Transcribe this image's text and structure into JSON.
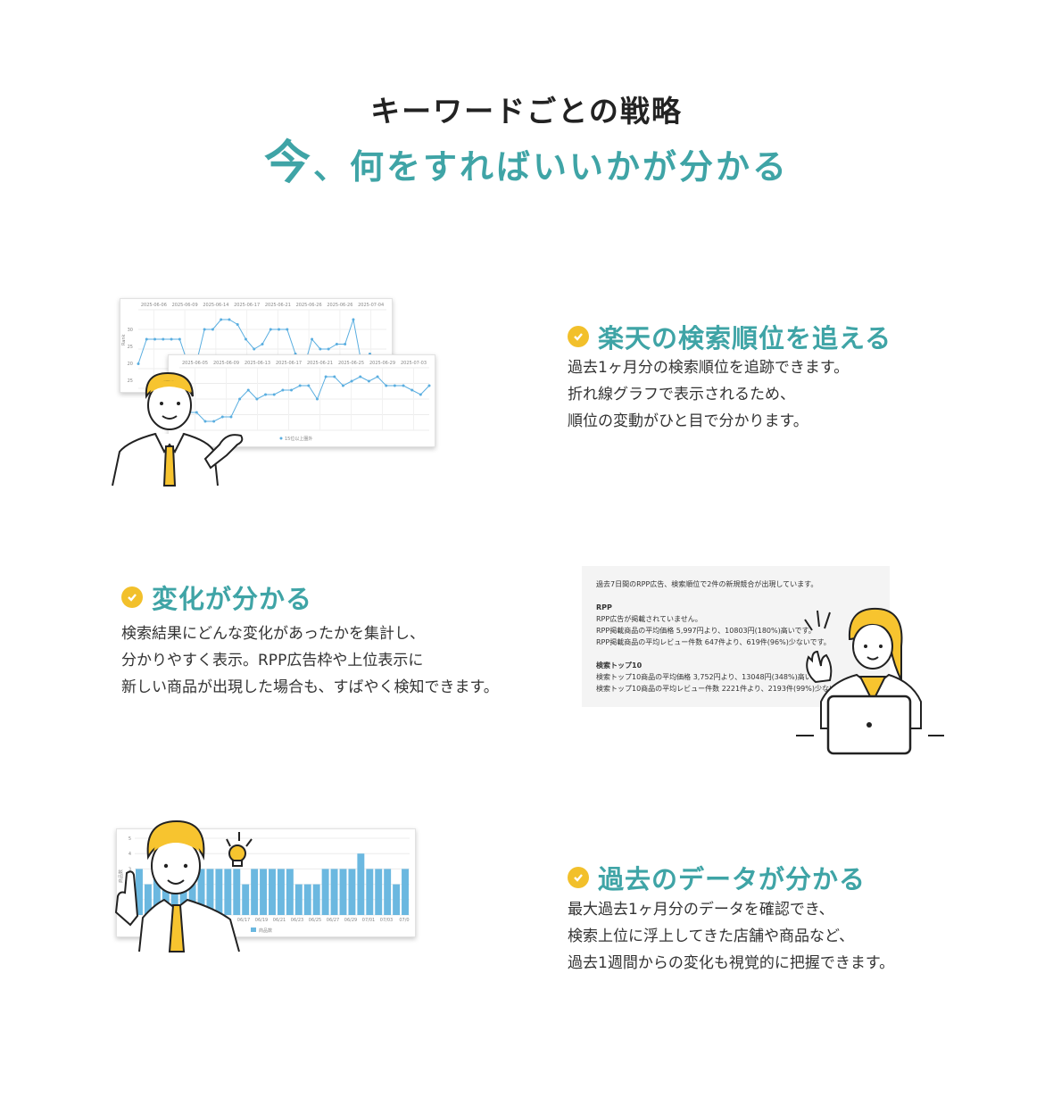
{
  "header": {
    "subtitle": "キーワードごとの戦略",
    "title_first": "今",
    "title_rest": "、何をすればいいかが分かる"
  },
  "features": [
    {
      "title": "楽天の検索順位を追える",
      "lines": [
        "過去1ヶ月分の検索順位を追跡できます。",
        "折れ線グラフで表示されるため、",
        "順位の変動がひと目で分かります。"
      ]
    },
    {
      "title": "変化が分かる",
      "lines": [
        "検索結果にどんな変化があったかを集計し、",
        "分かりやすく表示。RPP広告枠や上位表示に",
        "新しい商品が出現した場合も、すばやく検知できます。"
      ]
    },
    {
      "title": "過去のデータが分かる",
      "lines": [
        "最大過去1ヶ月分のデータを確認でき、",
        "検索上位に浮上してきた店舗や商品など、",
        "過去1週間からの変化も視覚的に把握できます。"
      ]
    }
  ],
  "colors": {
    "accent": "#3fa4a6",
    "check": "#f2c02b",
    "chart_line": "#5aaee0",
    "bar": "#6bb8e0",
    "tie": "#f2c02b"
  },
  "rank_chart_back": {
    "dates": [
      "2025-06-06",
      "2025-06-09",
      "2025-06-14",
      "2025-06-17",
      "2025-06-21",
      "2025-06-26",
      "2025-06-26",
      "2025-07-04"
    ],
    "ylabel": "Rank",
    "yticks": [
      "30",
      "25",
      "20",
      "25"
    ],
    "values": [
      23,
      28,
      28,
      28,
      28,
      28,
      23,
      23,
      30,
      30,
      32,
      32,
      31,
      28,
      26,
      27,
      30,
      30,
      30,
      25,
      22,
      28,
      26,
      26,
      27,
      27,
      32,
      23,
      25,
      24,
      23
    ]
  },
  "rank_chart_front": {
    "dates": [
      "2025-06-05",
      "2025-06-09",
      "2025-06-13",
      "2025-06-17",
      "2025-06-21",
      "2025-06-25",
      "2025-06-29",
      "2025-07-03"
    ],
    "legend": "15位以上圏外",
    "values": [
      12,
      12,
      12,
      10,
      10,
      11,
      11,
      15,
      17,
      15,
      16,
      16,
      17,
      17,
      18,
      18,
      15,
      20,
      20,
      18,
      19,
      20,
      19,
      20,
      18,
      18,
      18,
      17,
      16,
      18
    ]
  },
  "change_card": {
    "summary": "過去7日間のRPP広告、検索順位で2件の新規競合が出現しています。",
    "rpp_heading": "RPP",
    "rpp_lines": [
      "RPP広告が掲載されていません。",
      "RPP掲載商品の平均価格 5,997円より、10803円(180%)高いです。",
      "RPP掲載商品の平均レビュー件数 647件より、619件(96%)少ないです。"
    ],
    "top_heading": "検索トップ10",
    "top_lines": [
      "検索トップ10商品の平均価格 3,752円より、13048円(348%)高いです。",
      "検索トップ10商品の平均レビュー件数 2221件より、2193件(99%)少ないです。"
    ]
  },
  "bar_chart": {
    "yticks": [
      "5",
      "4",
      "3"
    ],
    "ylabel": "商品数",
    "xlabels": [
      "06/17",
      "06/19",
      "06/21",
      "06/23",
      "06/25",
      "06/27",
      "06/29",
      "07/01",
      "07/03",
      "07/0"
    ],
    "legend": "商品数",
    "values": [
      3,
      2,
      3,
      3,
      3,
      3,
      2,
      3,
      3,
      3,
      3,
      3,
      2,
      3,
      3,
      3,
      3,
      3,
      2,
      2,
      2,
      3,
      3,
      3,
      3,
      4,
      3,
      3,
      3,
      2,
      3
    ]
  }
}
